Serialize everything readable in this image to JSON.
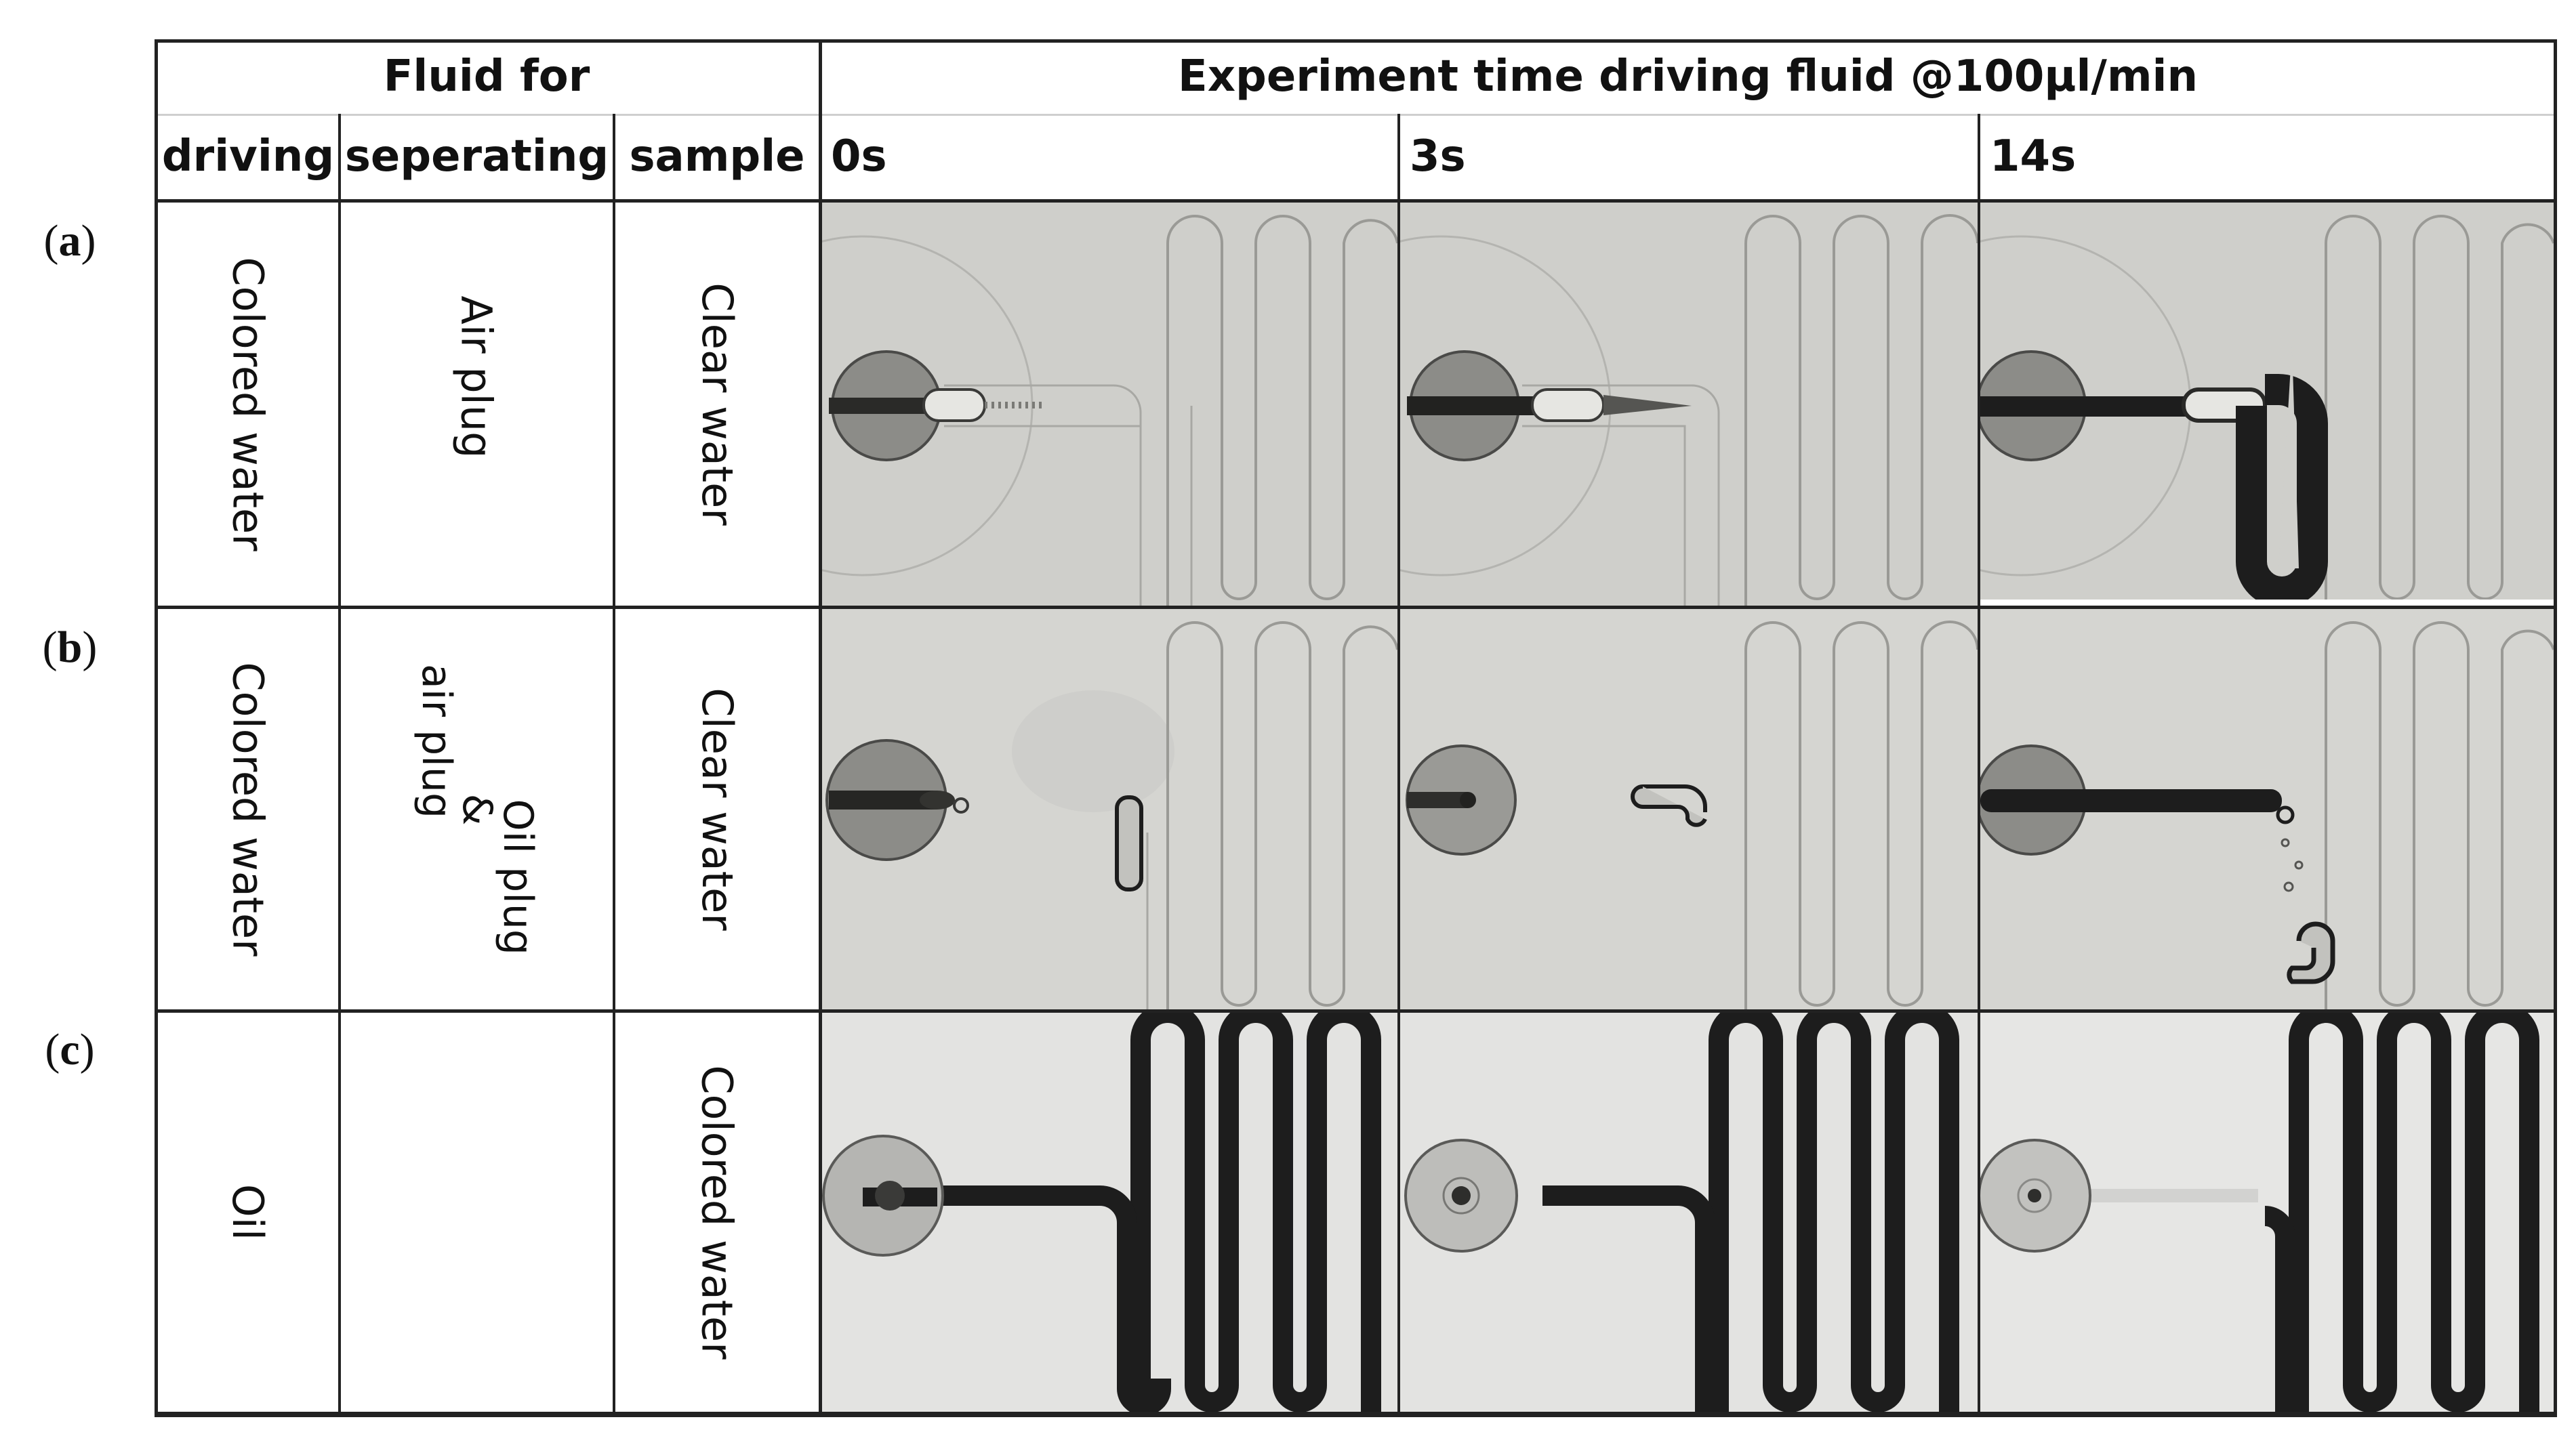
{
  "row_labels": [
    {
      "open": "(",
      "letter": "a",
      "close": ")"
    },
    {
      "open": "(",
      "letter": "b",
      "close": ")"
    },
    {
      "open": "(",
      "letter": "c",
      "close": ")"
    }
  ],
  "header": {
    "fluid_for": "Fluid for",
    "experiment": "Experiment time driving fluid @100µl/min",
    "cols": [
      "driving",
      "seperating",
      "sample"
    ],
    "times": [
      "0s",
      "3s",
      "14s"
    ]
  },
  "rows": [
    {
      "driving": "Colored water",
      "separating": [
        "Air plug"
      ],
      "sample": "Clear water"
    },
    {
      "driving": "Colored water",
      "separating": [
        "Oil plug",
        "&",
        "air plug"
      ],
      "sample": "Clear water"
    },
    {
      "driving": "Oil",
      "separating": [],
      "sample": "Colored water"
    }
  ],
  "colors": {
    "grid": "#222222",
    "photo_bg_a": "#cfcfcb",
    "photo_bg_b": "#d5d5d1",
    "photo_bg_c": "#e3e3e1",
    "channel_dark": "#1d1d1d",
    "channel_light": "#9a9a96"
  }
}
